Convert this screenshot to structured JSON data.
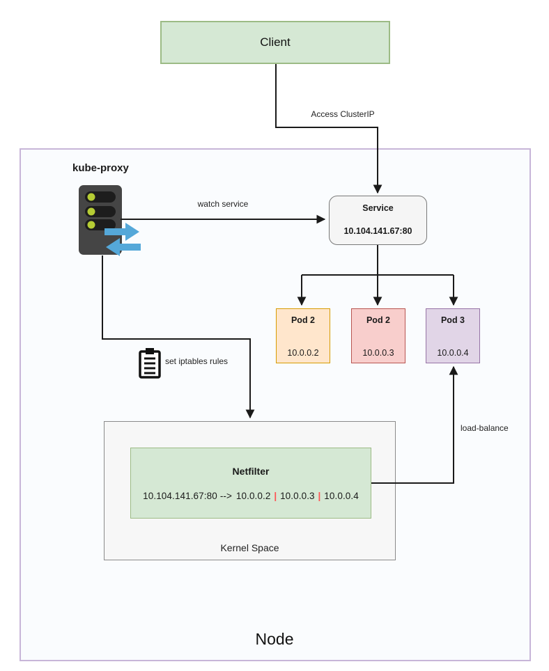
{
  "node": {
    "label": "Node"
  },
  "client": {
    "label": "Client"
  },
  "kube_proxy": {
    "label": "kube-proxy"
  },
  "service": {
    "title": "Service",
    "address": "10.104.141.67:80"
  },
  "pods": [
    {
      "name": "Pod 2",
      "ip": "10.0.0.2",
      "fill": "#ffe6cc",
      "border": "#d79b00"
    },
    {
      "name": "Pod 2",
      "ip": "10.0.0.3",
      "fill": "#f8cecc",
      "border": "#b85450"
    },
    {
      "name": "Pod 3",
      "ip": "10.0.0.4",
      "fill": "#e1d5e7",
      "border": "#9673a6"
    }
  ],
  "kernel_space": {
    "label": "Kernel Space"
  },
  "netfilter": {
    "title": "Netfilter",
    "rule": {
      "source": "10.104.141.67:80",
      "arrow": "-->",
      "targets": [
        "10.0.0.2",
        "10.0.0.3",
        "10.0.0.4"
      ],
      "separator": "|",
      "separator_color": "#ff5252"
    }
  },
  "edges": [
    {
      "id": "client-to-service",
      "from": "Client",
      "to": "Service",
      "label": "Access ClusterIP"
    },
    {
      "id": "kubeproxy-to-service",
      "from": "kube-proxy",
      "to": "Service",
      "label": "watch service"
    },
    {
      "id": "kubeproxy-to-kernel",
      "from": "kube-proxy",
      "to": "Kernel Space",
      "label": "set iptables rules"
    },
    {
      "id": "service-to-pods",
      "from": "Service",
      "to": "Pods",
      "label": ""
    },
    {
      "id": "netfilter-to-pod3",
      "from": "Netfilter",
      "to": "Pod 3",
      "label": "load-balance"
    }
  ],
  "icons": {
    "kube_proxy_icon": "server-rack",
    "traffic_icon": "sync-arrows",
    "iptables_icon": "clipboard-list"
  },
  "colors": {
    "green_fill": "#d5e8d4",
    "green_border": "#9cbb85",
    "gray_fill": "#f5f5f5",
    "gray_border": "#787878",
    "node_fill": "#fafcfe",
    "node_border": "#c7b5d8",
    "arrow": "#1a1a1a",
    "blue_arrow": "#55a8d9",
    "server_body": "#454545",
    "server_slot": "#1d1d1d",
    "server_led": "#b5cc34"
  }
}
